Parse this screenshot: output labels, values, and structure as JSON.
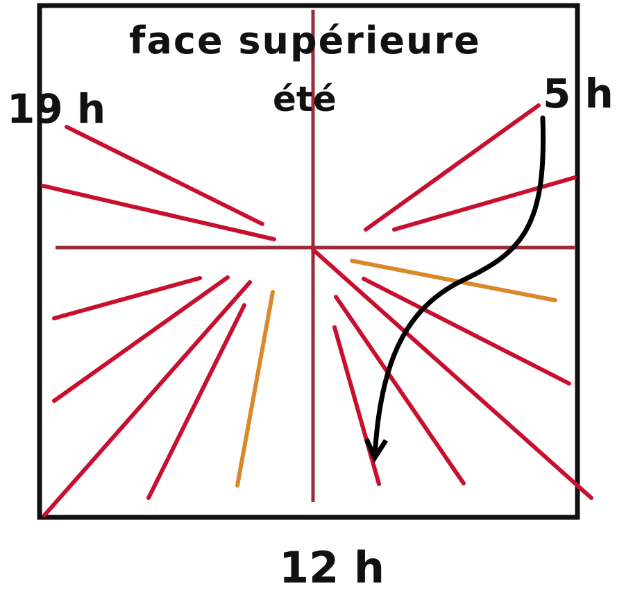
{
  "labels": {
    "title_line1": "face supérieure",
    "title_line2": "été",
    "hour_start_left": "19 h",
    "hour_right": "5 h",
    "hour_bottom": "12 h"
  },
  "colors": {
    "frame": "#111111",
    "axis": "#9b2b3a",
    "shadow_line": "#c8102e",
    "highlight_line": "#d9892a",
    "arrow": "#000000"
  }
}
